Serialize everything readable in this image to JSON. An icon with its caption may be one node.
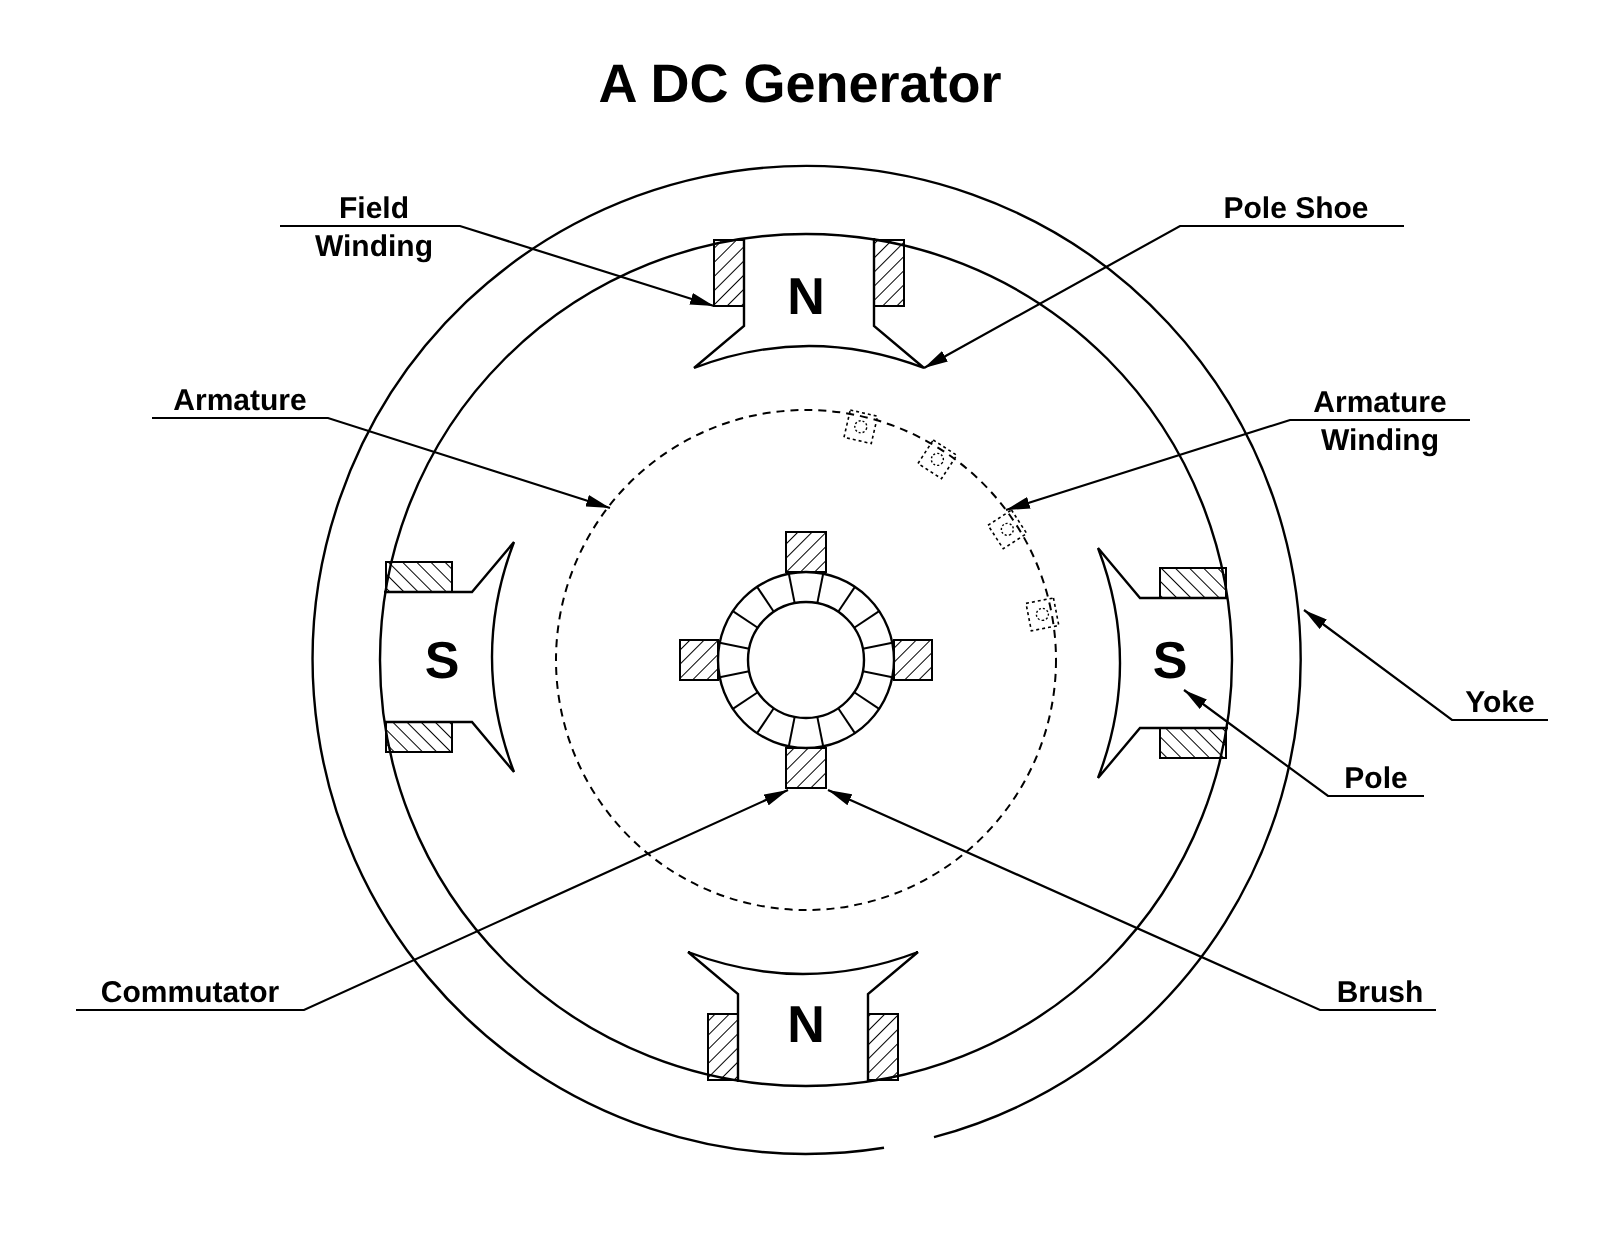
{
  "diagram": {
    "title": "A DC Generator",
    "nodes": [
      {
        "text": [
          "Field Winding"
        ]
      },
      {
        "text": [
          "Pole Shoe"
        ]
      },
      {
        "text": [
          "Armature"
        ]
      },
      {
        "text": [
          "Armature Winding"
        ]
      },
      {
        "text": [
          "Yoke"
        ]
      },
      {
        "text": [
          "Pole"
        ]
      },
      {
        "text": [
          "Commutator"
        ]
      },
      {
        "text": [
          "Brush"
        ]
      },
      {
        "text": [
          "N"
        ],
        "in": 15
      },
      {
        "text": [
          "S"
        ],
        "in": 15
      },
      {
        "text": [
          "S"
        ],
        "in": 15
      },
      {
        "text": [
          "N"
        ],
        "in": 15
      },
      {
        "text": [],
        "shape": "box",
        "in": 8
      },
      {
        "text": [],
        "shape": "circle",
        "in": 15
      },
      {
        "text": [],
        "shape": "box",
        "in": 13
      },
      {
        "text": [],
        "shape": "circle"
      },
      {
        "text": [],
        "shape": "circle",
        "in": 13
      },
      {
        "text": [],
        "shape": "box",
        "in": 13
      },
      {
        "text": [],
        "shape": "box",
        "in": 13
      },
      {
        "text": [],
        "shape": "box",
        "in": 13
      },
      {
        "text": [],
        "shape": "box",
        "in": 13
      },
      {
        "text": [],
        "shape": "box",
        "in": 13
      },
      {
        "text": [],
        "shape": "box",
        "in": 13
      },
      {
        "text": [],
        "shape": "box",
        "in": 13
      },
      {
        "text": [],
        "shape": "box",
        "in": 8
      },
      {
        "text": [],
        "shape": "box",
        "in": 9
      },
      {
        "text": [],
        "shape": "box",
        "in": 9
      },
      {
        "text": [],
        "shape": "box",
        "in": 10
      },
      {
        "text": [],
        "shape": "box",
        "in": 10
      },
      {
        "text": [],
        "shape": "box",
        "in": 11
      },
      {
        "text": [],
        "shape": "box",
        "in": 11
      }
    ],
    "edges": [
      {
        "from": 0,
        "to": 12,
        "arrow": "to"
      },
      {
        "from": 1,
        "to": 8,
        "arrow": "to"
      },
      {
        "from": 2,
        "to": 13,
        "arrow": "to"
      },
      {
        "from": 3,
        "to": 14,
        "arrow": "to"
      },
      {
        "from": 4,
        "to": 15,
        "arrow": "to"
      },
      {
        "from": 5,
        "to": 10,
        "arrow": "to"
      },
      {
        "from": 6,
        "to": 16,
        "arrow": "to"
      },
      {
        "from": 7,
        "to": 17,
        "arrow": "to"
      }
    ]
  }
}
